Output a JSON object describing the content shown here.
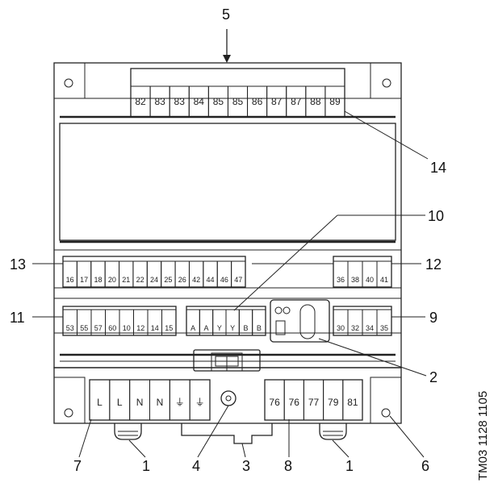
{
  "terminal_blocks": {
    "top": [
      "82",
      "83",
      "83",
      "84",
      "85",
      "85",
      "86",
      "87",
      "87",
      "88",
      "89"
    ],
    "row13": [
      "16",
      "17",
      "18",
      "20",
      "21",
      "22",
      "24",
      "25",
      "26",
      "42",
      "44",
      "46",
      "47"
    ],
    "row12": [
      "36",
      "38",
      "40",
      "41"
    ],
    "row11": [
      "53",
      "55",
      "57",
      "60",
      "10",
      "12",
      "14",
      "15"
    ],
    "row10": [
      "A",
      "A",
      "Y",
      "Y",
      "B",
      "B"
    ],
    "row9": [
      "30",
      "32",
      "34",
      "35"
    ],
    "power": [
      "L",
      "L",
      "N",
      "N",
      "⏚",
      "⏚"
    ],
    "bottom_right": [
      "76",
      "76",
      "77",
      "79",
      "81"
    ]
  },
  "callouts": {
    "c5": "5",
    "c14": "14",
    "c10": "10",
    "c13": "13",
    "c12": "12",
    "c11": "11",
    "c9": "9",
    "c2": "2",
    "c7": "7",
    "c1a": "1",
    "c4": "4",
    "c3": "3",
    "c8": "8",
    "c1b": "1",
    "c6": "6"
  },
  "side_code": "TM03 1128 1105"
}
